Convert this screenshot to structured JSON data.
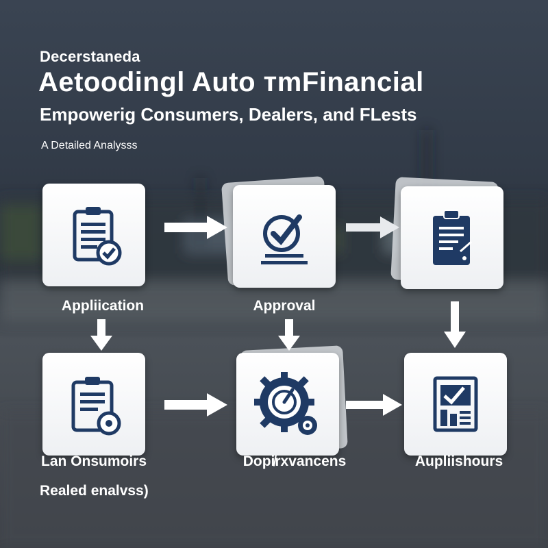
{
  "header": {
    "kicker": "Decerstaneda",
    "title": "Aetoodingl Auto тmFinancial",
    "subtitle": "Empowerig Consumers, Dealers, and FLests",
    "tagline": "A Detailed Analyssѕ"
  },
  "steps": [
    {
      "label": "Appliication",
      "icon": "clipboard-check-icon"
    },
    {
      "label": "Approval",
      "icon": "checkmark-badge-icon"
    },
    {
      "label": "",
      "icon": "clipboard-list-icon"
    },
    {
      "label": "Lan Onsumoirs",
      "sublabel": "Realed enalvss)",
      "icon": "clipboard-gauge-icon"
    },
    {
      "label": "Dopi̸rxvancens",
      "icon": "gear-gauge-icon"
    },
    {
      "label": "Aupliishours",
      "icon": "chart-document-icon"
    }
  ],
  "colors": {
    "icon": "#1f3a64",
    "card": "#ffffff",
    "arrow": "#ffffff",
    "text": "#ffffff"
  }
}
